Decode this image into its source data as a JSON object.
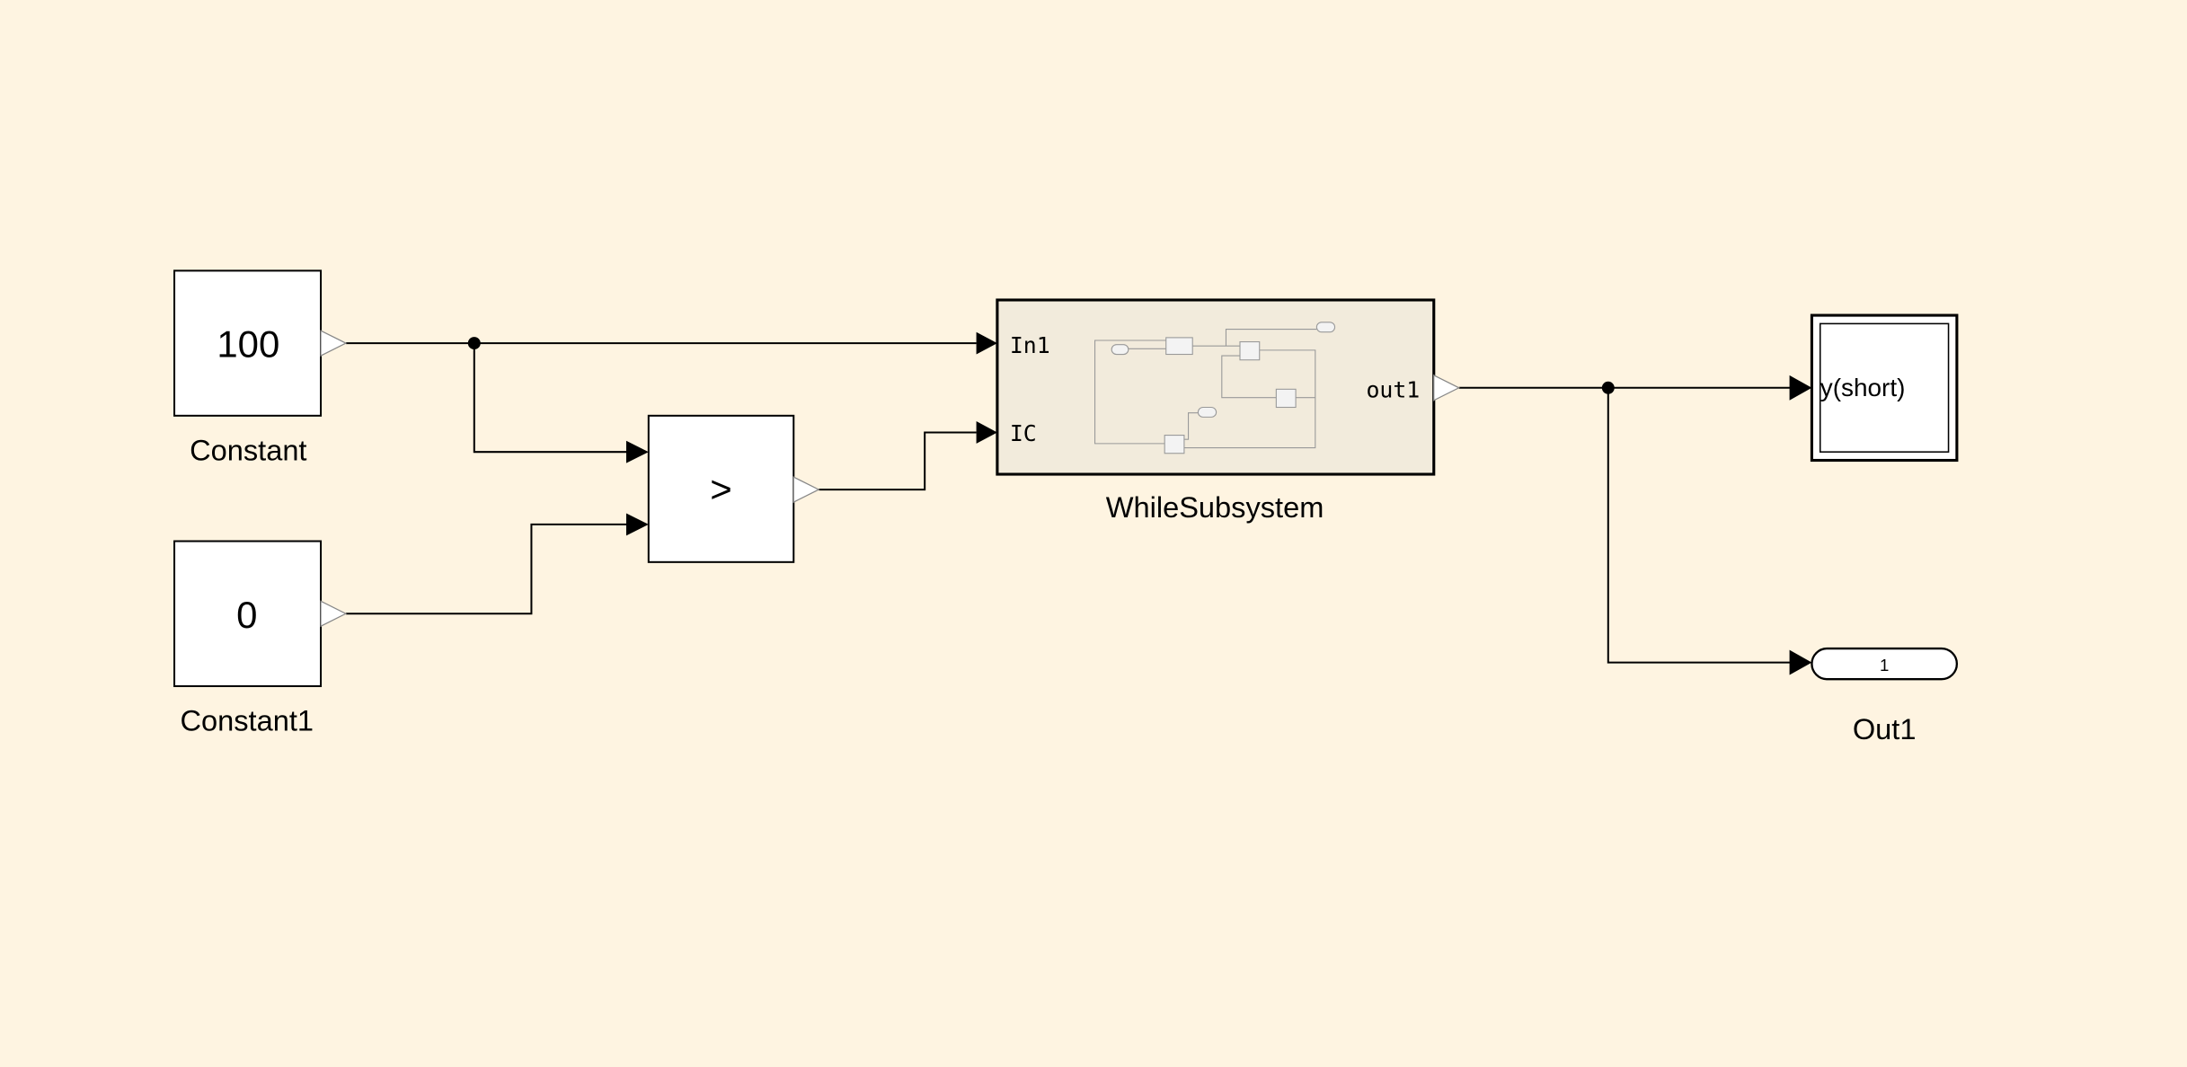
{
  "canvas": {
    "background": "#fef4e1"
  },
  "blocks": {
    "constant": {
      "value": "100",
      "label": "Constant"
    },
    "constant1": {
      "value": "0",
      "label": "Constant1"
    },
    "relational": {
      "operator": ">"
    },
    "while_subsystem": {
      "label": "WhileSubsystem",
      "inputs": [
        "In1",
        "IC"
      ],
      "output": "out1",
      "fill": "#f2ebdc"
    },
    "display": {
      "value": "y(short)"
    },
    "outport": {
      "number": "1",
      "label": "Out1"
    }
  }
}
